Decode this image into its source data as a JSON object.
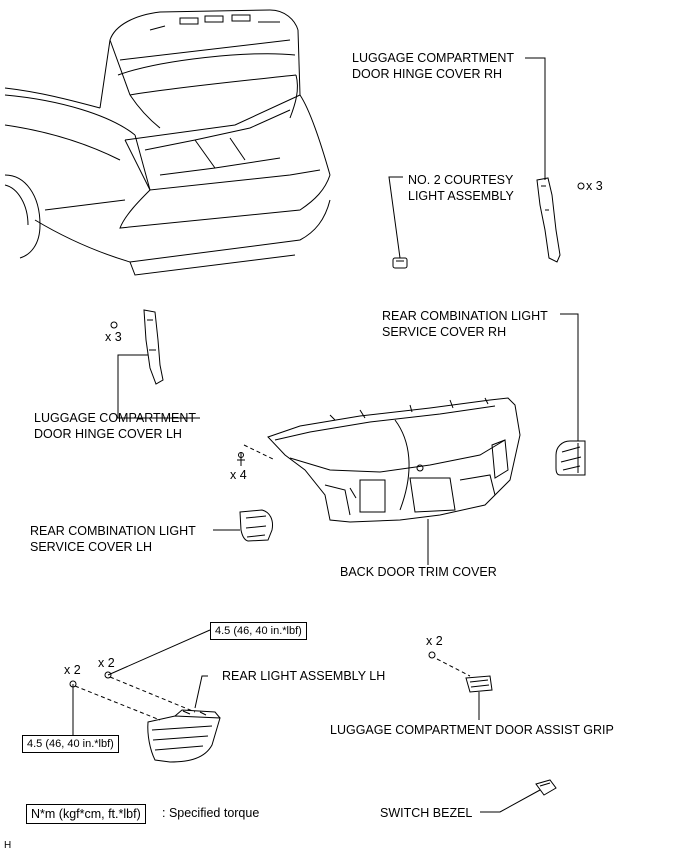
{
  "labels": {
    "hinge_cover_rh": [
      "LUGGAGE COMPARTMENT",
      "DOOR HINGE COVER RH"
    ],
    "courtesy_light": [
      "NO. 2 COURTESY",
      "LIGHT ASSEMBLY"
    ],
    "service_cover_rh": [
      "REAR COMBINATION LIGHT",
      "SERVICE COVER RH"
    ],
    "hinge_cover_lh": [
      "LUGGAGE COMPARTMENT",
      "DOOR HINGE COVER LH"
    ],
    "service_cover_lh": [
      "REAR COMBINATION LIGHT",
      "SERVICE COVER LH"
    ],
    "trim_cover": "BACK DOOR TRIM COVER",
    "rear_light_lh": "REAR LIGHT ASSEMBLY LH",
    "assist_grip": "LUGGAGE COMPARTMENT DOOR ASSIST GRIP",
    "switch_bezel": "SWITCH BEZEL"
  },
  "quantities": {
    "hinge_rh_clips": "x 3",
    "hinge_lh_clips": "x 3",
    "trim_clips": "x 4",
    "light_nuts_a": "x 2",
    "light_nuts_b": "x 2",
    "grip_bolts": "x 2"
  },
  "torque": {
    "value_upper": "4.5 (46, 40 in.*lbf)",
    "value_lower": "4.5 (46, 40 in.*lbf)"
  },
  "legend": {
    "unit": "N*m (kgf*cm, ft.*lbf)",
    "text": ": Specified torque"
  },
  "footer_code": "H"
}
